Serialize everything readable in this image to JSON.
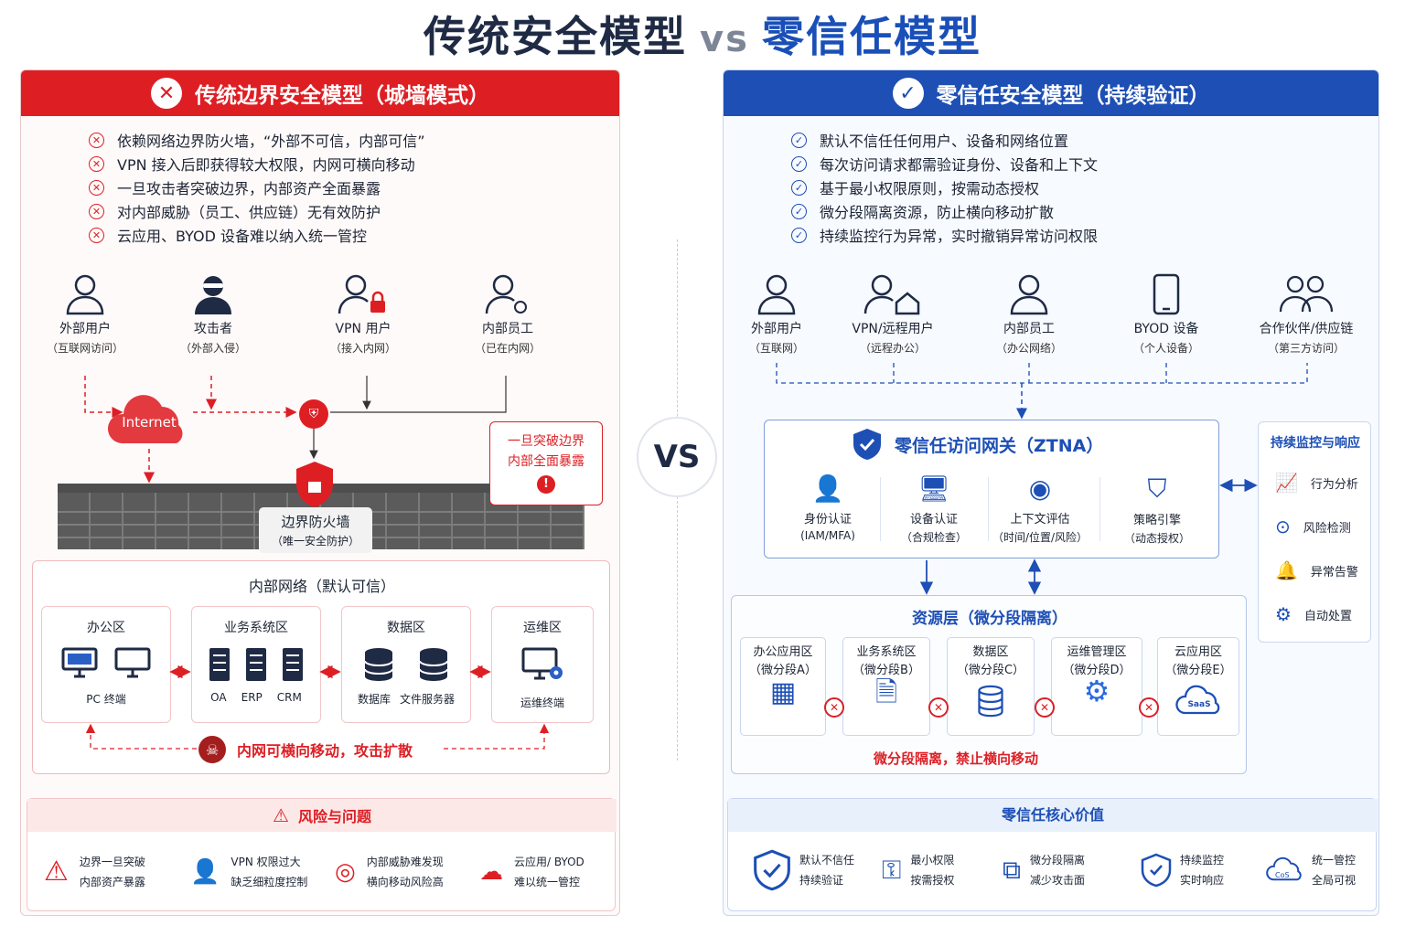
{
  "title": {
    "left": "传统安全模型",
    "vs": "vs",
    "right": "零信任模型"
  },
  "center_vs": "VS",
  "left": {
    "header": "传统边界安全模型（城墙模式）",
    "bullets": [
      "依赖网络边界防火墙，“外部不可信，内部可信”",
      "VPN 接入后即获得较大权限，内网可横向移动",
      "一旦攻击者突破边界，内部资产全面暴露",
      "对内部威胁（员工、供应链）无有效防护",
      "云应用、BYOD 设备难以纳入统一管控"
    ],
    "actors": [
      {
        "name": "外部用户",
        "sub": "（互联网访问）"
      },
      {
        "name": "攻击者",
        "sub": "（外部入侵）"
      },
      {
        "name": "VPN 用户",
        "sub": "（接入内网）"
      },
      {
        "name": "内部员工",
        "sub": "（已在内网）"
      }
    ],
    "internet": "Internet",
    "firewall": {
      "name": "边界防火墙",
      "sub": "（唯一安全防护）"
    },
    "callout": [
      "一旦突破边界",
      "内部全面暴露"
    ],
    "internal_title": "内部网络（默认可信）",
    "zones": [
      {
        "name": "办公区",
        "items": [
          "PC 终端"
        ]
      },
      {
        "name": "业务系统区",
        "items": [
          "OA",
          "ERP",
          "CRM"
        ]
      },
      {
        "name": "数据区",
        "items": [
          "数据库",
          "文件服务器"
        ]
      },
      {
        "name": "运维区",
        "items": [
          "运维终端"
        ]
      }
    ],
    "lateral": "内网可横向移动，攻击扩散",
    "risk_title": "风险与问题",
    "risks": [
      [
        "边界一旦突破",
        "内部资产暴露"
      ],
      [
        "VPN 权限过大",
        "缺乏细粒度控制"
      ],
      [
        "内部威胁难发现",
        "横向移动风险高"
      ],
      [
        "云应用/ BYOD",
        "难以统一管控"
      ]
    ]
  },
  "right": {
    "header": "零信任安全模型（持续验证）",
    "bullets": [
      "默认不信任任何用户、设备和网络位置",
      "每次访问请求都需验证身份、设备和上下文",
      "基于最小权限原则，按需动态授权",
      "微分段隔离资源，防止横向移动扩散",
      "持续监控行为异常，实时撤销异常访问权限"
    ],
    "actors": [
      {
        "name": "外部用户",
        "sub": "（互联网）"
      },
      {
        "name": "VPN/远程用户",
        "sub": "（远程办公）"
      },
      {
        "name": "内部员工",
        "sub": "（办公网络）"
      },
      {
        "name": "BYOD 设备",
        "sub": "（个人设备）"
      },
      {
        "name": "合作伙伴/供应链",
        "sub": "（第三方访问）"
      }
    ],
    "gateway_title": "零信任访问网关（ZTNA）",
    "gateway_items": [
      {
        "name": "身份认证",
        "sub": "(IAM/MFA)"
      },
      {
        "name": "设备认证",
        "sub": "（合规检查）"
      },
      {
        "name": "上下文评估",
        "sub": "（时间/位置/风险）"
      },
      {
        "name": "策略引擎",
        "sub": "（动态授权）"
      }
    ],
    "monitor_title": "持续监控与响应",
    "monitor_items": [
      "行为分析",
      "风险检测",
      "异常告警",
      "自动处置"
    ],
    "resource_title": "资源层（微分段隔离）",
    "segments": [
      {
        "name": "办公应用区",
        "sub": "（微分段A）"
      },
      {
        "name": "业务系统区",
        "sub": "（微分段B）"
      },
      {
        "name": "数据区",
        "sub": "（微分段C）"
      },
      {
        "name": "运维管理区",
        "sub": "（微分段D）"
      },
      {
        "name": "云应用区",
        "sub": "（微分段E）"
      }
    ],
    "saas": "SaaS",
    "segment_note": "微分段隔离，禁止横向移动",
    "value_title": "零信任核心价值",
    "values": [
      [
        "默认不信任",
        "持续验证"
      ],
      [
        "最小权限",
        "按需授权"
      ],
      [
        "微分段隔离",
        "减少攻击面"
      ],
      [
        "持续监控",
        "实时响应"
      ],
      [
        "统一管控",
        "全局可视"
      ]
    ],
    "cloud_label": "CoS"
  },
  "colors": {
    "red": "#dd1f24",
    "blue": "#1d4fb5",
    "dark": "#1f2a44"
  }
}
